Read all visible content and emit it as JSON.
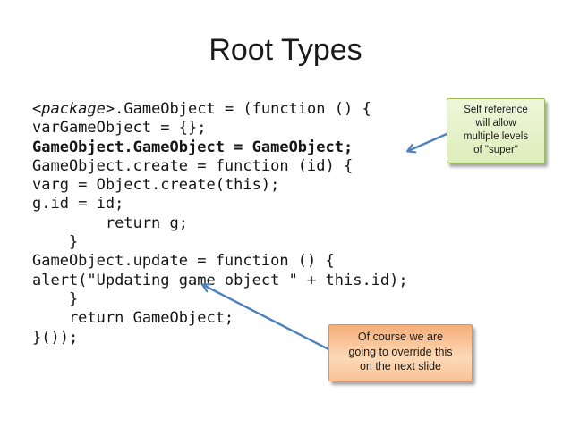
{
  "slide": {
    "title": "Root Types"
  },
  "code": {
    "lines": [
      [
        {
          "t": "<package>",
          "i": true
        },
        {
          "t": ".GameObject = (function () {"
        }
      ],
      [
        {
          "t": "varGameObject = {};"
        }
      ],
      [
        {
          "t": "GameObject.GameObject = GameObject;",
          "b": true
        }
      ],
      [
        {
          "t": "GameObject.create = function (id) {"
        }
      ],
      [
        {
          "t": "varg = Object.create(this);"
        }
      ],
      [
        {
          "t": "g.id = id;"
        }
      ],
      [
        {
          "t": "        return g;"
        }
      ],
      [
        {
          "t": "    }"
        }
      ],
      [
        {
          "t": "GameObject.update = function () {"
        }
      ],
      [
        {
          "t": "alert(\"Updating game object \" + this.id);"
        }
      ],
      [
        {
          "t": "    }"
        }
      ],
      [
        {
          "t": "    return GameObject;"
        }
      ],
      [
        {
          "t": "}());"
        }
      ]
    ]
  },
  "callouts": {
    "self_reference": {
      "text": "Self reference\nwill allow\nmultiple levels\nof \"super\""
    },
    "override": {
      "text": "Of course we are\ngoing to override this\non the next slide"
    }
  },
  "colors": {
    "background": "#ffffff",
    "title_text": "#1a1a1a",
    "code_text": "#151515",
    "arrow": "#4f81bd",
    "green_border": "#9bbb59",
    "green_fill_top": "#eef6da",
    "green_fill_bottom": "#ddedbb",
    "orange_border": "#e2905a",
    "orange_fill_top": "#f5ae79",
    "orange_fill_mid": "#fcd9b7",
    "orange_fill_bottom": "#f8c397"
  }
}
